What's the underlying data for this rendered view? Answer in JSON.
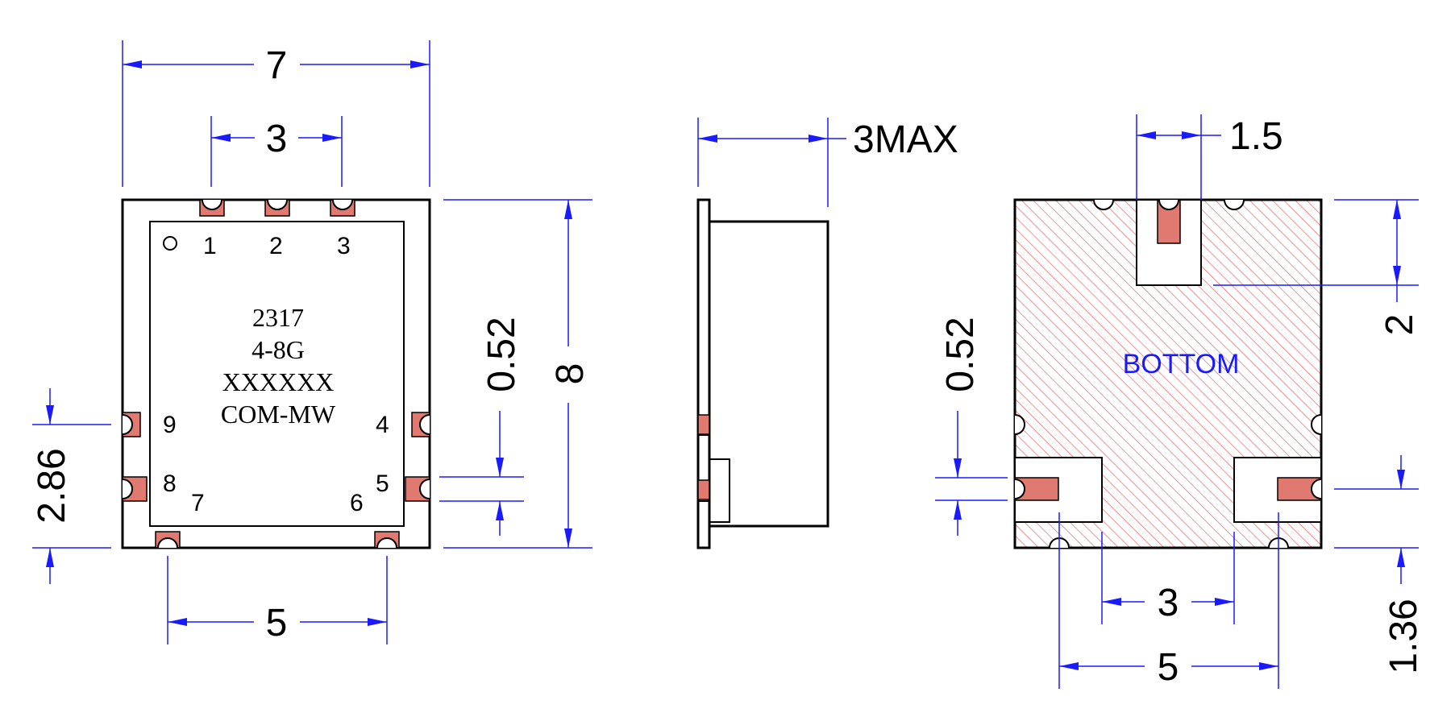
{
  "top_view": {
    "dims": {
      "width": "7",
      "pin_pitch_top": "3",
      "pin_pitch_bottom": "5",
      "height": "8",
      "pad_width": "0.52",
      "side_pin_offset": "2.86"
    },
    "marking": [
      "2317",
      "4-8G",
      "XXXXXX",
      "COM-MW"
    ],
    "pins": [
      "1",
      "2",
      "3",
      "4",
      "5",
      "6",
      "7",
      "8",
      "9"
    ]
  },
  "side_view": {
    "dims": {
      "thickness": "3MAX"
    }
  },
  "bottom_view": {
    "label": "BOTTOM",
    "dims": {
      "slot_width": "1.5",
      "slot_depth": "2",
      "pad_width": "0.52",
      "inner_gap": "3",
      "pin_pitch": "5",
      "pad_offset": "1.36"
    }
  },
  "colors": {
    "outline": "#000000",
    "dimension": "#1a1aff",
    "pad": "#e07a70",
    "hatch": "#e05050"
  }
}
